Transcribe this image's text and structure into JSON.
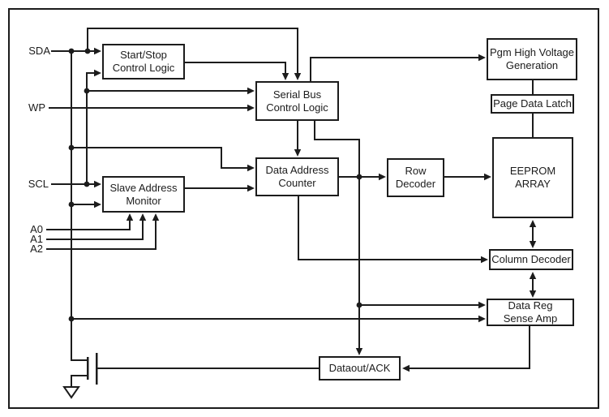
{
  "diagram": {
    "kind": "eeprom-block-diagram",
    "colors": {
      "line": "#1c1c1c",
      "background": "#ffffff"
    },
    "pins": {
      "sda": "SDA",
      "wp": "WP",
      "scl": "SCL",
      "a0": "A0",
      "a1": "A1",
      "a2": "A2"
    },
    "blocks": {
      "start_stop": {
        "lines": [
          "Start/Stop",
          "Control Logic"
        ]
      },
      "serial_bus": {
        "lines": [
          "Serial Bus",
          "Control Logic"
        ]
      },
      "slave_monitor": {
        "lines": [
          "Slave Address",
          "Monitor"
        ]
      },
      "data_address_counter": {
        "lines": [
          "Data Address",
          "Counter"
        ]
      },
      "row_decoder": {
        "lines": [
          "Row",
          "Decoder"
        ]
      },
      "eeprom_array": {
        "lines": [
          "EEPROM",
          "ARRAY"
        ]
      },
      "pgm_high_voltage": {
        "lines": [
          "Pgm High Voltage",
          "Generation"
        ]
      },
      "page_data_latch": {
        "lines": [
          "Page Data Latch"
        ]
      },
      "column_decoder": {
        "lines": [
          "Column Decoder"
        ]
      },
      "data_reg_sense_amp": {
        "lines": [
          "Data Reg",
          "Sense Amp"
        ]
      },
      "dataout_ack": {
        "lines": [
          "Dataout/ACK"
        ]
      }
    }
  }
}
